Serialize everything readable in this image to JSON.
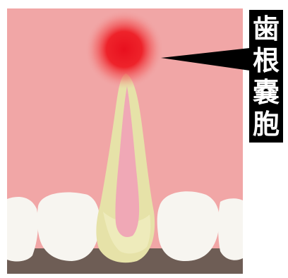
{
  "label": {
    "chars": [
      "歯",
      "根",
      "嚢",
      "胞"
    ]
  },
  "colors": {
    "gum": "#f1a6a6",
    "jaw_dark": "#6e5d55",
    "tooth": "#f7f5f0",
    "root_outer": "#e6e2a8",
    "root_pulp": "#f0a8b6",
    "cyst": "#ee1c24",
    "label_bg": "#000000",
    "label_text": "#ffffff"
  }
}
